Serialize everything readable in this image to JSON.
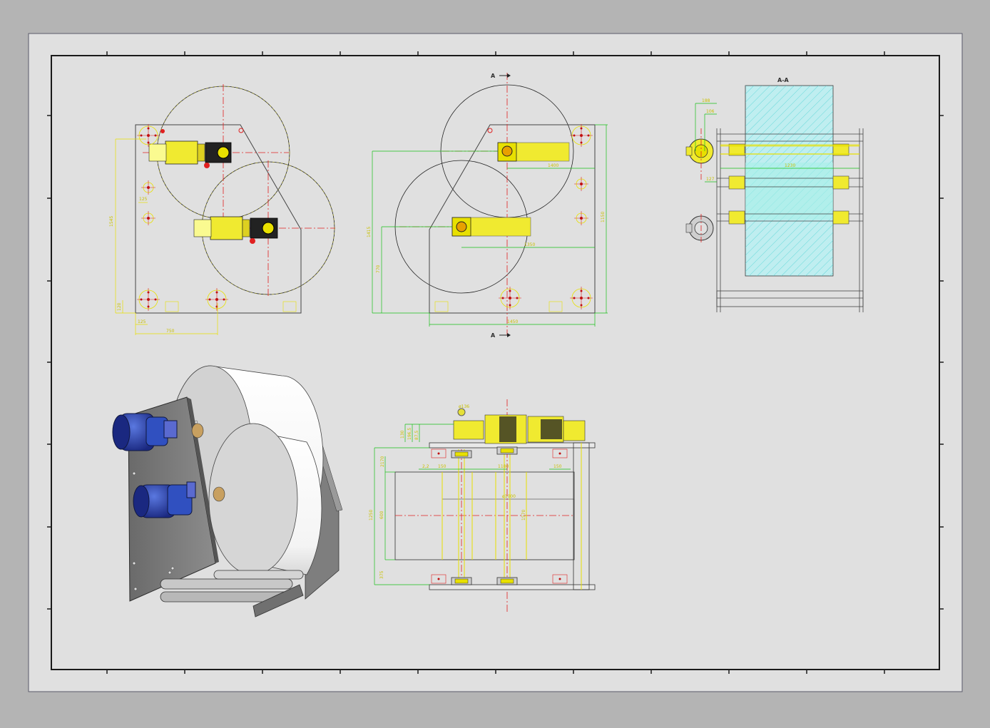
{
  "colors": {
    "workspace": "#b4b4b4",
    "sheet": "#e0e0e0",
    "frame": "#2a2a2a",
    "outline": "#555555",
    "yellow_dim": "#e8e000",
    "green_dim": "#18c018",
    "center_line": "#e02020",
    "hatch": "#40d0d0",
    "motor_blue": "#2233a0",
    "paper_roll": "#ffffff"
  },
  "views": {
    "section_label": "A-A",
    "cut_top": "A",
    "cut_bottom": "A"
  },
  "front_view": {
    "dims": [
      "1545",
      "125",
      "125",
      "750",
      "120"
    ]
  },
  "rear_view": {
    "dims": [
      "1415",
      "770",
      "1400",
      "1350",
      "1450",
      "1150"
    ]
  },
  "section_view": {
    "dims": [
      "188",
      "106",
      "1230",
      "127"
    ]
  },
  "top_view": {
    "dims": [
      "ø136",
      "130",
      "196,5",
      "87,5",
      "2170",
      "2,2",
      "150",
      "1180",
      "150",
      "1250",
      "600",
      "ø1000",
      "375",
      "1570"
    ]
  },
  "icons": [
    "motor-icon",
    "gearbox-icon",
    "bearing-flange-icon",
    "paper-roll-icon"
  ]
}
